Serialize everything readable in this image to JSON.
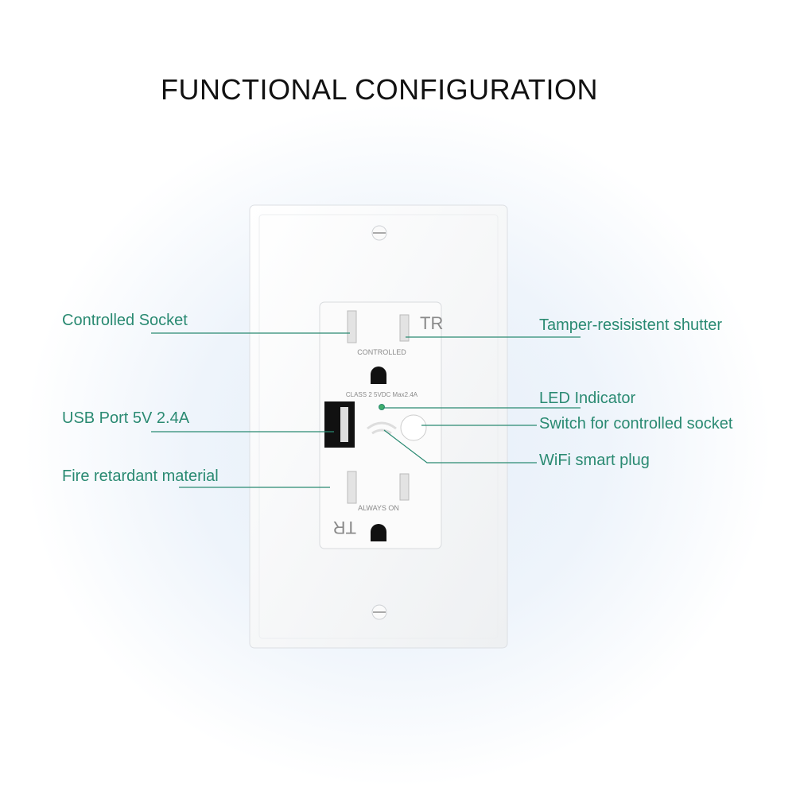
{
  "title": "FUNCTIONAL CONFIGURATION",
  "labels": {
    "controlled_socket": "Controlled Socket",
    "usb_port": "USB Port 5V 2.4A",
    "fire_retardant": "Fire retardant material",
    "tamper_shutter": "Tamper-resisistent shutter",
    "led_indicator": "LED Indicator",
    "switch": "Switch for controlled socket",
    "wifi": "WiFi smart plug"
  },
  "outlet": {
    "tr_mark": "TR",
    "controlled": "CONTROLLED",
    "class_text": "CLASS 2 5VDC Max2.4A",
    "always_on": "ALWAYS ON"
  },
  "colors": {
    "label": "#2a8a72",
    "led": "#3fae6a"
  }
}
